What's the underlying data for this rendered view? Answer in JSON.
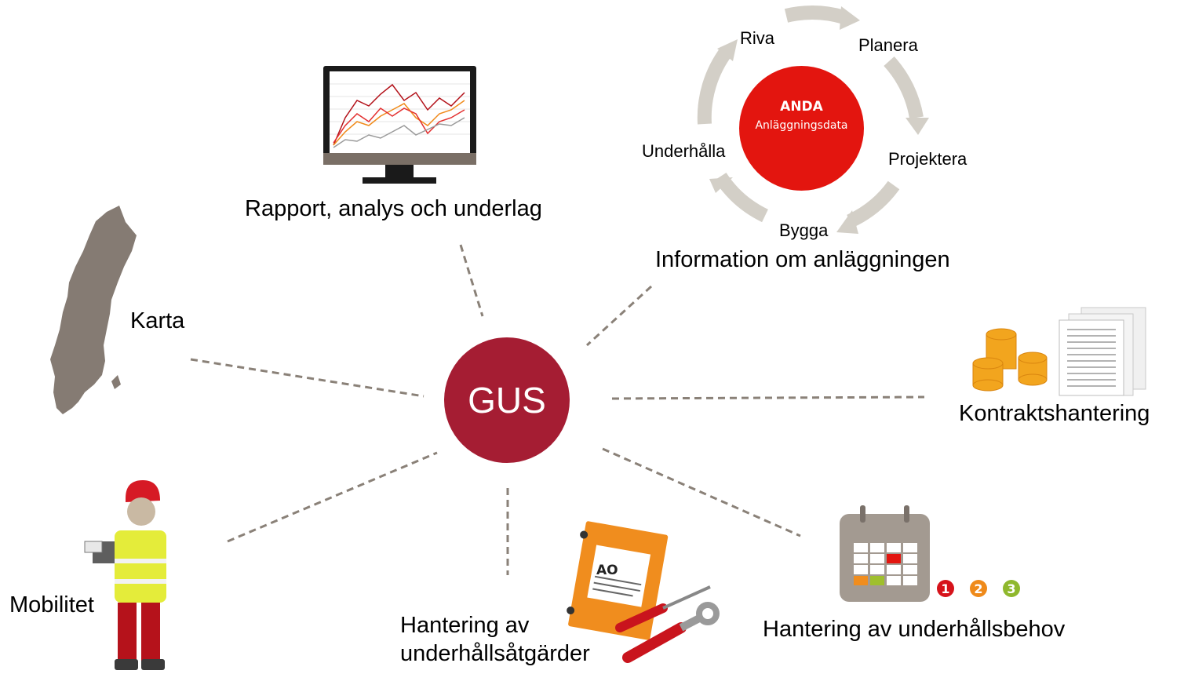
{
  "hub": {
    "label": "GUS"
  },
  "nodes": {
    "rapport": "Rapport, analys och underlag",
    "information": "Information om anläggningen",
    "karta": "Karta",
    "kontrakt": "Kontraktshantering",
    "mobilitet": "Mobilitet",
    "atgarder_line1": "Hantering av",
    "atgarder_line2": "underhållsåtgärder",
    "behov": "Hantering av underhållsbehov"
  },
  "cycle": {
    "center_title": "ANDA",
    "center_subtitle": "Anläggningsdata",
    "steps": [
      "Riva",
      "Planera",
      "Projektera",
      "Bygga",
      "Underhålla"
    ]
  },
  "document_label": "AO",
  "priority_badges": [
    {
      "label": "1",
      "color": "#d6131b"
    },
    {
      "label": "2",
      "color": "#ef8a1a"
    },
    {
      "label": "3",
      "color": "#8fb82d"
    }
  ],
  "colors": {
    "hub": "#a51d33",
    "anda": "#e3150f",
    "connector": "#8a8178",
    "cycle_arrows": "#d3cfc7"
  }
}
